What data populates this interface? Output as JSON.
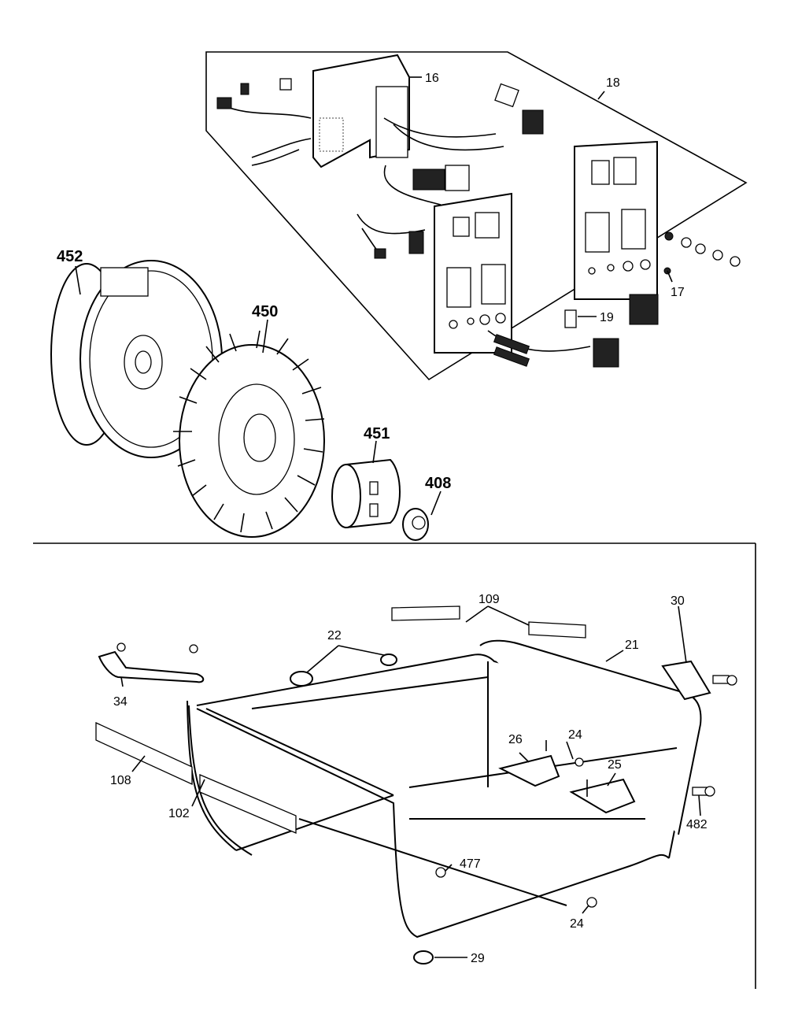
{
  "callouts": {
    "c16": "16",
    "c18": "18",
    "c17": "17",
    "c19": "19",
    "c452": "452",
    "c450": "450",
    "c451": "451",
    "c408": "408",
    "c109": "109",
    "c30": "30",
    "c22": "22",
    "c21": "21",
    "c34": "34",
    "c26": "26",
    "c24a": "24",
    "c25": "25",
    "c108": "108",
    "c102": "102",
    "c482": "482",
    "c477": "477",
    "c24b": "24",
    "c29": "29"
  }
}
